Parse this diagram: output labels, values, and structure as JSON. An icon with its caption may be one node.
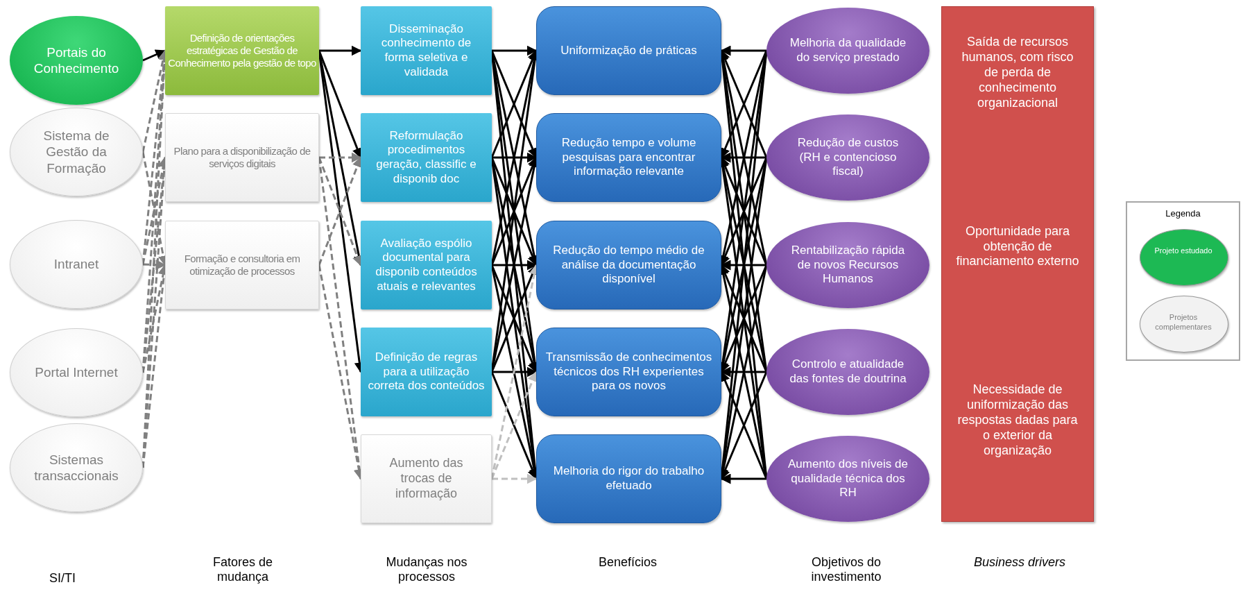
{
  "diagram": {
    "nodes": [
      {
        "text": [
          "Portais do Conhecimento"
        ]
      },
      {
        "text": [
          "Sistema de Gestão da Formação"
        ]
      },
      {
        "text": [
          "Intranet"
        ]
      },
      {
        "text": [
          "Portal Internet"
        ]
      },
      {
        "text": [
          "Sistemas transaccionais"
        ]
      },
      {
        "text": [
          "Definição de orientações estratégicas de Gestão de Conhecimento pela gestão de topo"
        ]
      },
      {
        "text": [
          "Plano para a disponibilização de serviços digitais"
        ]
      },
      {
        "text": [
          "Formação e consultoria em otimização de processos"
        ]
      },
      {
        "text": [
          "Disseminação conhecimento de forma seletiva e validada"
        ]
      },
      {
        "text": [
          "Reformulação procedimentos geração, classific e disponib doc"
        ]
      },
      {
        "text": [
          "Avaliação espólio documental para disponib conteúdos atuais e relevantes"
        ]
      },
      {
        "text": [
          "Definição de regras para a utilização correta dos conteúdos"
        ]
      },
      {
        "text": [
          "Aumento das trocas de informação"
        ]
      },
      {
        "text": [
          "Uniformização de práticas"
        ]
      },
      {
        "text": [
          "Redução  tempo e volume pesquisas para encontrar informação relevante"
        ]
      },
      {
        "text": [
          "Redução do tempo médio de análise da documentação disponível"
        ]
      },
      {
        "text": [
          "Transmissão de conhecimentos técnicos dos RH experientes para os novos"
        ]
      },
      {
        "text": [
          "Melhoria do rigor do trabalho efetuado"
        ]
      },
      {
        "text": [
          "Melhoria da qualidade do serviço prestado"
        ]
      },
      {
        "text": [
          "Redução de custos (RH e contencioso fiscal)"
        ]
      },
      {
        "text": [
          "Rentabilização rápida de novos Recursos Humanos"
        ]
      },
      {
        "text": [
          "Controlo e atualidade das fontes de doutrina"
        ]
      },
      {
        "text": [
          "Aumento dos níveis de qualidade técnica dos RH"
        ]
      },
      {
        "text": [
          "Saída de recursos humanos, com risco de perda de conhecimento organizacional",
          "Oportunidade para obtenção de financiamento externo",
          "Necessidade de uniformização das respostas dadas para o exterior da organização"
        ]
      }
    ],
    "edges": [
      {
        "from": 0,
        "to": 5,
        "arrow": "to"
      },
      {
        "from": 1,
        "to": 5,
        "arrow": "to",
        "style": "dashed",
        "color": "#808080"
      },
      {
        "from": 1,
        "to": 7,
        "arrow": "to",
        "style": "dashed",
        "color": "#808080"
      },
      {
        "from": 2,
        "to": 5,
        "arrow": "to",
        "style": "dashed",
        "color": "#808080"
      },
      {
        "from": 2,
        "to": 6,
        "arrow": "to",
        "style": "dashed",
        "color": "#808080"
      },
      {
        "from": 2,
        "to": 7,
        "arrow": "to",
        "style": "dashed",
        "color": "#808080"
      },
      {
        "from": 3,
        "to": 5,
        "arrow": "to",
        "style": "dashed",
        "color": "#808080"
      },
      {
        "from": 3,
        "to": 6,
        "arrow": "to",
        "style": "dashed",
        "color": "#808080"
      },
      {
        "from": 3,
        "to": 7,
        "arrow": "to",
        "style": "dashed",
        "color": "#808080"
      },
      {
        "from": 4,
        "to": 5,
        "arrow": "to",
        "style": "dashed",
        "color": "#808080"
      },
      {
        "from": 4,
        "to": 6,
        "arrow": "to",
        "style": "dashed",
        "color": "#808080"
      },
      {
        "from": 4,
        "to": 7,
        "arrow": "to",
        "style": "dashed",
        "color": "#808080"
      },
      {
        "from": 5,
        "to": 8,
        "arrow": "to"
      },
      {
        "from": 5,
        "to": 9,
        "arrow": "to"
      },
      {
        "from": 5,
        "to": 10,
        "arrow": "to"
      },
      {
        "from": 5,
        "to": 11,
        "arrow": "to"
      },
      {
        "from": 6,
        "to": 9,
        "arrow": "to",
        "style": "dashed",
        "color": "#808080"
      },
      {
        "from": 6,
        "to": 10,
        "arrow": "to",
        "style": "dashed",
        "color": "#808080"
      },
      {
        "from": 6,
        "to": 12,
        "arrow": "to",
        "style": "dashed",
        "color": "#808080"
      },
      {
        "from": 7,
        "to": 9,
        "arrow": "to",
        "style": "dashed",
        "color": "#808080"
      },
      {
        "from": 7,
        "to": 12,
        "arrow": "to",
        "style": "dashed",
        "color": "#808080"
      },
      {
        "from": 8,
        "to": 13,
        "arrow": "to"
      },
      {
        "from": 8,
        "to": 14,
        "arrow": "to"
      },
      {
        "from": 8,
        "to": 15,
        "arrow": "to"
      },
      {
        "from": 8,
        "to": 16,
        "arrow": "to"
      },
      {
        "from": 8,
        "to": 17,
        "arrow": "to"
      },
      {
        "from": 9,
        "to": 13,
        "arrow": "to"
      },
      {
        "from": 9,
        "to": 14,
        "arrow": "to"
      },
      {
        "from": 9,
        "to": 15,
        "arrow": "to"
      },
      {
        "from": 9,
        "to": 16,
        "arrow": "to"
      },
      {
        "from": 9,
        "to": 17,
        "arrow": "to"
      },
      {
        "from": 10,
        "to": 13,
        "arrow": "to"
      },
      {
        "from": 10,
        "to": 14,
        "arrow": "to"
      },
      {
        "from": 10,
        "to": 15,
        "arrow": "to"
      },
      {
        "from": 10,
        "to": 16,
        "arrow": "to"
      },
      {
        "from": 10,
        "to": 17,
        "arrow": "to"
      },
      {
        "from": 11,
        "to": 13,
        "arrow": "to"
      },
      {
        "from": 11,
        "to": 14,
        "arrow": "to"
      },
      {
        "from": 11,
        "to": 15,
        "arrow": "to"
      },
      {
        "from": 11,
        "to": 16,
        "arrow": "to"
      },
      {
        "from": 11,
        "to": 17,
        "arrow": "to"
      },
      {
        "from": 12,
        "to": 15,
        "arrow": "to",
        "style": "dashed",
        "color": "#bfbfbf"
      },
      {
        "from": 12,
        "to": 16,
        "arrow": "to",
        "style": "dashed",
        "color": "#bfbfbf"
      },
      {
        "from": 12,
        "to": 17,
        "arrow": "to",
        "style": "dashed",
        "color": "#bfbfbf"
      },
      {
        "from": 18,
        "to": 13,
        "arrow": "to"
      },
      {
        "from": 18,
        "to": 14,
        "arrow": "to"
      },
      {
        "from": 18,
        "to": 15,
        "arrow": "to"
      },
      {
        "from": 18,
        "to": 16,
        "arrow": "to"
      },
      {
        "from": 18,
        "to": 17,
        "arrow": "to"
      },
      {
        "from": 19,
        "to": 13,
        "arrow": "to"
      },
      {
        "from": 19,
        "to": 14,
        "arrow": "to"
      },
      {
        "from": 19,
        "to": 15,
        "arrow": "to"
      },
      {
        "from": 19,
        "to": 16,
        "arrow": "to"
      },
      {
        "from": 19,
        "to": 17,
        "arrow": "to"
      },
      {
        "from": 20,
        "to": 13,
        "arrow": "to"
      },
      {
        "from": 20,
        "to": 14,
        "arrow": "to"
      },
      {
        "from": 20,
        "to": 15,
        "arrow": "to"
      },
      {
        "from": 20,
        "to": 16,
        "arrow": "to"
      },
      {
        "from": 20,
        "to": 17,
        "arrow": "to"
      },
      {
        "from": 21,
        "to": 13,
        "arrow": "to"
      },
      {
        "from": 21,
        "to": 14,
        "arrow": "to"
      },
      {
        "from": 21,
        "to": 15,
        "arrow": "to"
      },
      {
        "from": 21,
        "to": 16,
        "arrow": "to"
      },
      {
        "from": 21,
        "to": 17,
        "arrow": "to"
      },
      {
        "from": 22,
        "to": 13,
        "arrow": "to"
      },
      {
        "from": 22,
        "to": 14,
        "arrow": "to"
      },
      {
        "from": 22,
        "to": 15,
        "arrow": "to"
      },
      {
        "from": 22,
        "to": 16,
        "arrow": "to"
      },
      {
        "from": 22,
        "to": 17,
        "arrow": "to"
      }
    ],
    "labels": [
      "Legenda",
      "SI/TI",
      "Fatores de mudança",
      "Mudanças nos processos",
      "Benefícios",
      "Objetivos do investimento",
      "Business drivers"
    ],
    "legend": [
      {
        "text": "Projeto estudado",
        "color": "#1db954"
      },
      {
        "text": "Projetos complementares",
        "color": "#f2f2f2"
      }
    ]
  }
}
